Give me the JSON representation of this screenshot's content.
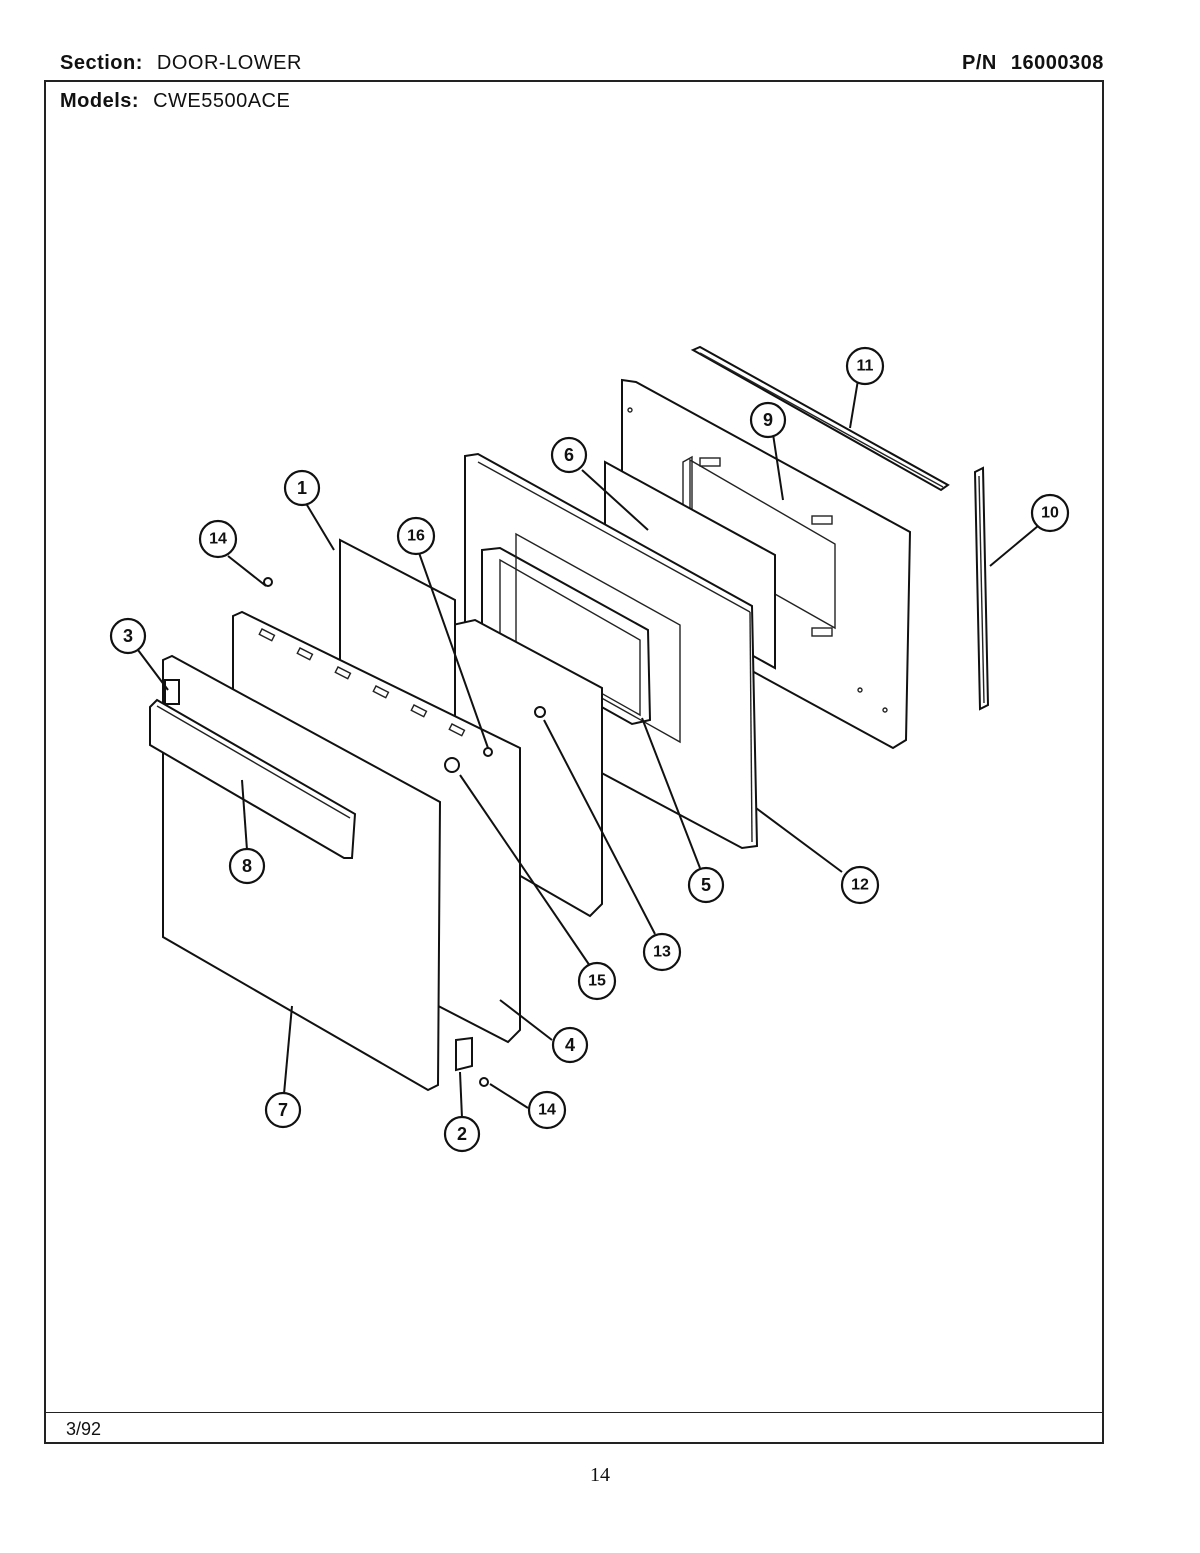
{
  "header": {
    "section_label": "Section:",
    "section_value": "DOOR-LOWER",
    "pn_label": "P/N",
    "pn_value": "16000308",
    "models_label": "Models:",
    "models_value": "CWE5500ACE"
  },
  "footer": {
    "date": "3/92",
    "page_number": "14"
  },
  "callouts": [
    "1",
    "2",
    "3",
    "4",
    "5",
    "6",
    "7",
    "8",
    "9",
    "10",
    "11",
    "12",
    "13",
    "14",
    "15",
    "16",
    "14"
  ]
}
